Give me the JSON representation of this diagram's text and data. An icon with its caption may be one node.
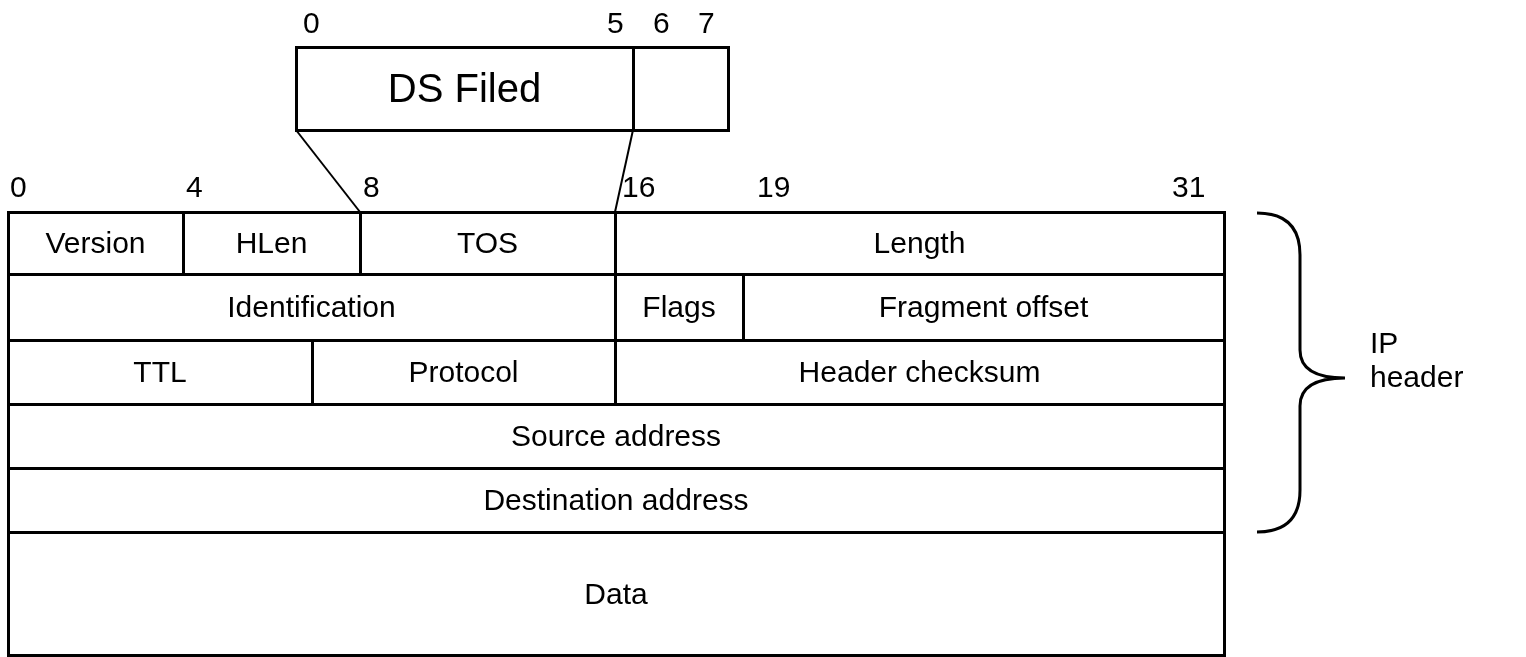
{
  "diagram": {
    "nodes": [
      {
        "text": [
          "DS Filed"
        ]
      },
      {
        "text": [],
        "shape": "box"
      },
      {
        "text": [
          "Version"
        ]
      },
      {
        "text": [
          "HLen"
        ]
      },
      {
        "text": [
          "TOS"
        ]
      },
      {
        "text": [
          "Length"
        ]
      },
      {
        "text": [
          "Identification"
        ]
      },
      {
        "text": [
          "Flags"
        ]
      },
      {
        "text": [
          "Fragment offset"
        ]
      },
      {
        "text": [
          "TTL"
        ]
      },
      {
        "text": [
          "Protocol"
        ]
      },
      {
        "text": [
          "Header checksum"
        ]
      },
      {
        "text": [
          "Source address"
        ]
      },
      {
        "text": [
          "Destination address"
        ]
      },
      {
        "text": [
          "Data"
        ]
      }
    ],
    "edges": [
      {
        "from": 0,
        "to": 4,
        "arrow": "none"
      },
      {
        "from": 0,
        "to": 4,
        "arrow": "none"
      }
    ],
    "labels": [
      "0",
      "5",
      "6",
      "7",
      "0",
      "4",
      "8",
      "16",
      "19",
      "31",
      "IP header"
    ]
  }
}
